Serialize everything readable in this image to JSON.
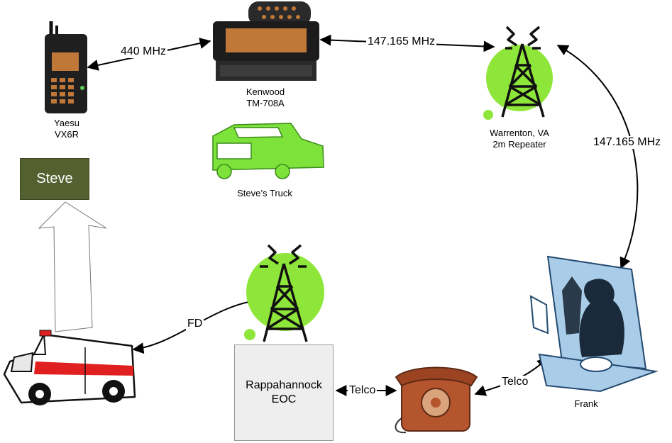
{
  "nodes": {
    "yaesu": {
      "line1": "Yaesu",
      "line2": "VX6R"
    },
    "kenwood": {
      "line1": "Kenwood",
      "line2": "TM-708A"
    },
    "truck": {
      "label": "Steve’s Truck"
    },
    "repeater": {
      "line1": "Warrenton, VA",
      "line2": "2m Repeater"
    },
    "steve": {
      "label": "Steve"
    },
    "frank": {
      "label": "Frank"
    },
    "eoc": {
      "line1": "Rappahannock",
      "line2": "EOC"
    }
  },
  "links": {
    "yaesu_kenwood": "440 MHz",
    "kenwood_repeater": "147.165 MHz",
    "repeater_frank": "147.165 MHz",
    "ambulance_eoc": "FD",
    "eoc_phone": "Telco",
    "phone_frank": "Telco"
  },
  "colors": {
    "tower_green": "#8ee63a",
    "truck_green": "#7de23a",
    "steve_box": "#556030",
    "frank_blue": "#a9cde8",
    "phone_brown": "#b5552e",
    "eoc_box": "#eeeeee"
  }
}
